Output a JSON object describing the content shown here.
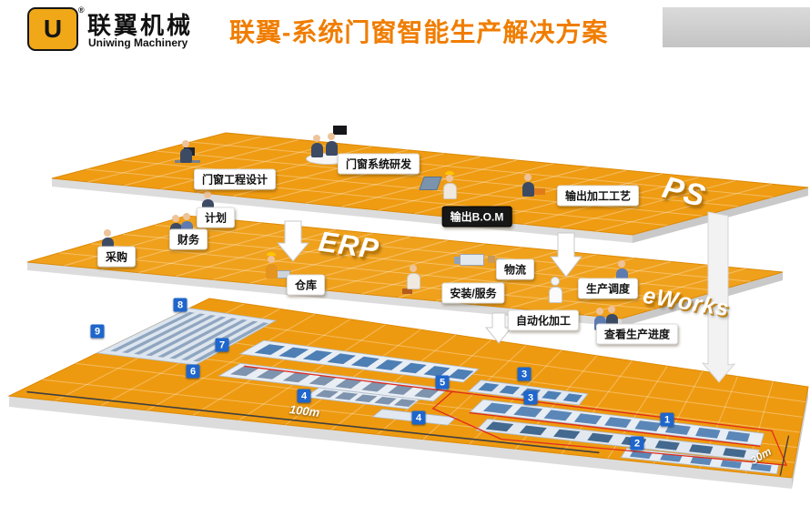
{
  "header": {
    "logo_mark": "U",
    "registered": "®",
    "brand_cn": "联翼机械",
    "brand_en": "Uniwing Machinery",
    "title": "联翼-系统门窗智能生产解决方案"
  },
  "ps_layer": {
    "platform_label": "PS",
    "labels": {
      "design": "门窗工程设计",
      "rd": "门窗系统研发",
      "bom": "输出B.O.M",
      "process": "输出加工工艺"
    }
  },
  "erp_layer": {
    "platform_label": "ERP",
    "labels": {
      "plan": "计划",
      "finance": "财务",
      "purchase": "采购",
      "warehouse": "仓库",
      "logistics": "物流",
      "install": "安装/服务",
      "dispatch": "生产调度",
      "auto": "自动化加工",
      "progress": "查看生产进度"
    }
  },
  "factory_layer": {
    "platform_label": "eWorks",
    "badges": [
      "8",
      "9",
      "7",
      "6",
      "5",
      "4",
      "4",
      "3",
      "3",
      "1",
      "2"
    ],
    "dimensions": {
      "length": "100m",
      "depth": "30m"
    }
  },
  "colors": {
    "accent_orange": "#f07d00",
    "platform_orange": "#ef9c13",
    "badge_blue": "#1e66cc",
    "red_line": "#e02b1d",
    "logo_gold": "#f0a818"
  }
}
